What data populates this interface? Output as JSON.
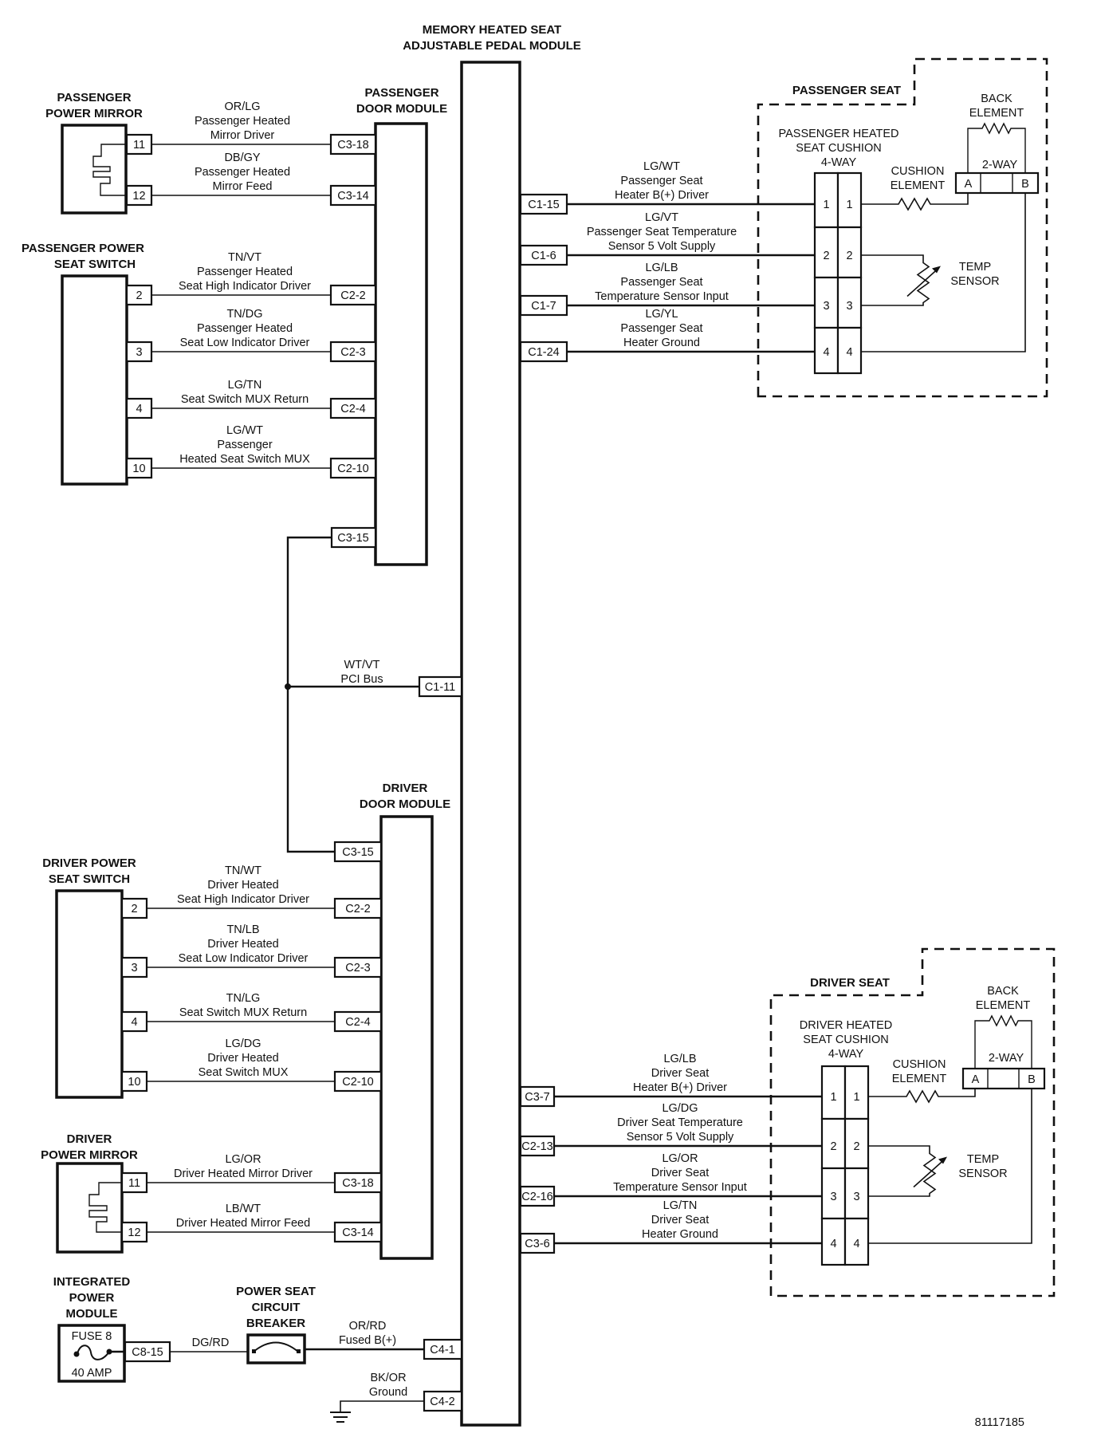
{
  "figure_id": "81117185",
  "modules": {
    "main": {
      "title": [
        "MEMORY HEATED SEAT",
        "ADJUSTABLE PEDAL MODULE"
      ]
    },
    "passenger_door": {
      "title": [
        "PASSENGER",
        "DOOR MODULE"
      ]
    },
    "driver_door": {
      "title": [
        "DRIVER",
        "DOOR MODULE"
      ]
    },
    "passenger_mirror": {
      "title": [
        "PASSENGER",
        "POWER MIRROR"
      ]
    },
    "passenger_seat_switch": {
      "title": [
        "PASSENGER POWER",
        "SEAT SWITCH"
      ]
    },
    "driver_seat_switch": {
      "title": [
        "DRIVER POWER",
        "SEAT SWITCH"
      ]
    },
    "driver_mirror": {
      "title": [
        "DRIVER",
        "POWER MIRROR"
      ]
    },
    "ipm": {
      "title": [
        "INTEGRATED",
        "POWER",
        "MODULE"
      ],
      "fuse": "FUSE 8",
      "rating": "40 AMP"
    },
    "breaker": {
      "title": [
        "POWER SEAT",
        "CIRCUIT",
        "BREAKER"
      ]
    }
  },
  "passenger_mirror_circuits": [
    {
      "pin": "11",
      "color": "OR/LG",
      "desc": [
        "Passenger Heated",
        "Mirror Driver"
      ],
      "connector": "C3-18"
    },
    {
      "pin": "12",
      "color": "DB/GY",
      "desc": [
        "Passenger Heated",
        "Mirror Feed"
      ],
      "connector": "C3-14"
    }
  ],
  "passenger_switch_circuits": [
    {
      "pin": "2",
      "color": "TN/VT",
      "desc": [
        "Passenger Heated",
        "Seat High Indicator Driver"
      ],
      "connector": "C2-2"
    },
    {
      "pin": "3",
      "color": "TN/DG",
      "desc": [
        "Passenger Heated",
        "Seat Low Indicator Driver"
      ],
      "connector": "C2-3"
    },
    {
      "pin": "4",
      "color": "LG/TN",
      "desc": [
        "Seat Switch MUX Return"
      ],
      "connector": "C2-4"
    },
    {
      "pin": "10",
      "color": "LG/WT",
      "desc": [
        "Passenger",
        "Heated Seat Switch MUX"
      ],
      "connector": "C2-10"
    }
  ],
  "pci_bus": {
    "color": "WT/VT",
    "desc": "PCI Bus",
    "main_connector": "C1-11",
    "passenger_connector": "C3-15",
    "driver_connector": "C3-15"
  },
  "driver_switch_circuits": [
    {
      "pin": "2",
      "color": "TN/WT",
      "desc": [
        "Driver Heated",
        "Seat High Indicator Driver"
      ],
      "connector": "C2-2"
    },
    {
      "pin": "3",
      "color": "TN/LB",
      "desc": [
        "Driver Heated",
        "Seat Low Indicator Driver"
      ],
      "connector": "C2-3"
    },
    {
      "pin": "4",
      "color": "TN/LG",
      "desc": [
        "Seat Switch MUX Return"
      ],
      "connector": "C2-4"
    },
    {
      "pin": "10",
      "color": "LG/DG",
      "desc": [
        "Driver Heated",
        "Seat Switch MUX"
      ],
      "connector": "C2-10"
    }
  ],
  "driver_mirror_circuits": [
    {
      "pin": "11",
      "color": "LG/OR",
      "desc": [
        "Driver Heated Mirror Driver"
      ],
      "connector": "C3-18"
    },
    {
      "pin": "12",
      "color": "LB/WT",
      "desc": [
        "Driver Heated Mirror Feed"
      ],
      "connector": "C3-14"
    }
  ],
  "power_circuits": {
    "ipm_connector": "C8-15",
    "feed_color": "DG/RD",
    "fused_color": "OR/RD",
    "fused_desc": "Fused B(+)",
    "fused_connector": "C4-1",
    "ground_color": "BK/OR",
    "ground_desc": "Ground",
    "ground_connector": "C4-2"
  },
  "passenger_seat": {
    "region_label": "PASSENGER SEAT",
    "cushion_connector": [
      "PASSENGER HEATED",
      "SEAT CUSHION",
      "4-WAY"
    ],
    "cushion_element": [
      "CUSHION",
      "ELEMENT"
    ],
    "back_element": [
      "BACK",
      "ELEMENT"
    ],
    "two_way": "2-WAY",
    "two_way_pins": [
      "A",
      "B"
    ],
    "temp_sensor": [
      "TEMP",
      "SENSOR"
    ],
    "pins": [
      "1",
      "2",
      "3",
      "4"
    ],
    "circuits": [
      {
        "connector": "C1-15",
        "color": "LG/WT",
        "desc": [
          "Passenger Seat",
          "Heater B(+) Driver"
        ]
      },
      {
        "connector": "C1-6",
        "color": "LG/VT",
        "desc": [
          "Passenger Seat Temperature",
          "Sensor 5 Volt Supply"
        ]
      },
      {
        "connector": "C1-7",
        "color": "LG/LB",
        "desc": [
          "Passenger Seat",
          "Temperature Sensor Input"
        ]
      },
      {
        "connector": "C1-24",
        "color": "LG/YL",
        "desc": [
          "Passenger Seat",
          "Heater Ground"
        ]
      }
    ]
  },
  "driver_seat": {
    "region_label": "DRIVER SEAT",
    "cushion_connector": [
      "DRIVER HEATED",
      "SEAT CUSHION",
      "4-WAY"
    ],
    "cushion_element": [
      "CUSHION",
      "ELEMENT"
    ],
    "back_element": [
      "BACK",
      "ELEMENT"
    ],
    "two_way": "2-WAY",
    "two_way_pins": [
      "A",
      "B"
    ],
    "temp_sensor": [
      "TEMP",
      "SENSOR"
    ],
    "pins": [
      "1",
      "2",
      "3",
      "4"
    ],
    "circuits": [
      {
        "connector": "C3-7",
        "color": "LG/LB",
        "desc": [
          "Driver Seat",
          "Heater B(+) Driver"
        ]
      },
      {
        "connector": "C2-13",
        "color": "LG/DG",
        "desc": [
          "Driver Seat Temperature",
          "Sensor 5 Volt Supply"
        ]
      },
      {
        "connector": "C2-16",
        "color": "LG/OR",
        "desc": [
          "Driver Seat",
          "Temperature Sensor Input"
        ]
      },
      {
        "connector": "C3-6",
        "color": "LG/TN",
        "desc": [
          "Driver Seat",
          "Heater Ground"
        ]
      }
    ]
  }
}
